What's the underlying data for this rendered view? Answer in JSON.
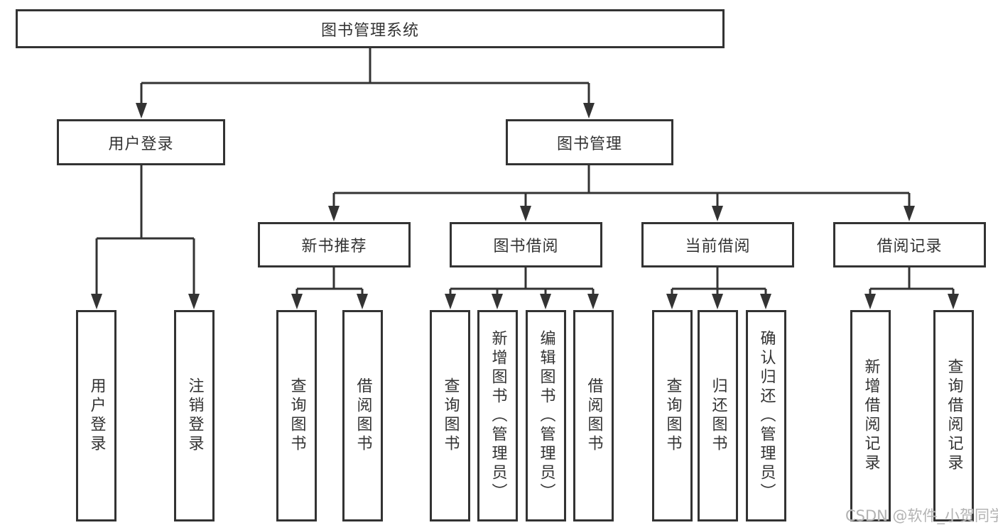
{
  "diagram": {
    "root": {
      "label": "图书管理系统"
    },
    "branches": [
      {
        "label": "用户登录",
        "children": [
          {
            "label": "用户登录"
          },
          {
            "label": "注销登录"
          }
        ]
      },
      {
        "label": "图书管理",
        "children": [
          {
            "label": "新书推荐",
            "children": [
              {
                "label": "查询图书"
              },
              {
                "label": "借阅图书"
              }
            ]
          },
          {
            "label": "图书借阅",
            "children": [
              {
                "label": "查询图书"
              },
              {
                "label": "新增图书（管理员）"
              },
              {
                "label": "编辑图书（管理员）"
              },
              {
                "label": "借阅图书"
              }
            ]
          },
          {
            "label": "当前借阅",
            "children": [
              {
                "label": "查询图书"
              },
              {
                "label": "归还图书"
              },
              {
                "label": "确认归还（管理员）"
              }
            ]
          },
          {
            "label": "借阅记录",
            "children": [
              {
                "label": "新增借阅记录"
              },
              {
                "label": "查询借阅记录"
              }
            ]
          }
        ]
      }
    ]
  },
  "watermark": {
    "text": "CSDN @软件_小贺同学"
  },
  "colors": {
    "line": "#333333",
    "box_border": "#333333",
    "text": "#333333",
    "watermark_text": "#b3b3b3",
    "background": "#ffffff"
  }
}
